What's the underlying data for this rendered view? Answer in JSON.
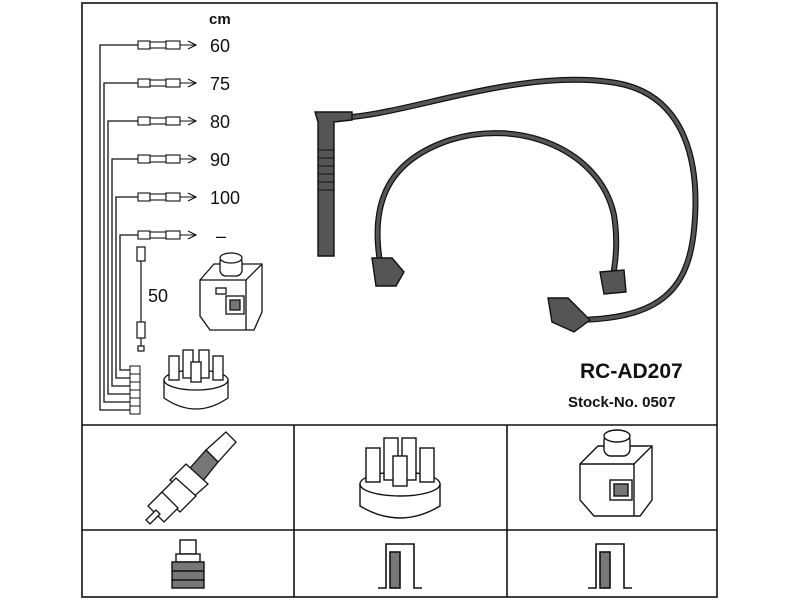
{
  "header": {
    "unit": "cm",
    "lengths": [
      "60",
      "75",
      "80",
      "90",
      "100",
      "–"
    ],
    "extra_length": "50"
  },
  "product": {
    "model": "RC-AD207",
    "stock": "Stock-No. 0507"
  }
}
